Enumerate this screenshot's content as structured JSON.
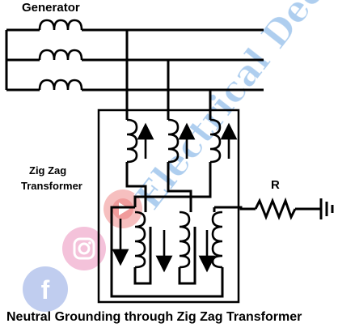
{
  "labels": {
    "generator": "Generator",
    "zigzag_line1": "Zig Zag",
    "zigzag_line2": "Transformer",
    "resistor": "R",
    "caption": "Neutral Grounding through Zig Zag Transformer"
  },
  "watermark": {
    "text": "Electrical Deck",
    "color": "#2a7fd4",
    "accent_color": "#f0c0c0"
  },
  "social_icons": [
    {
      "name": "instagram-icon",
      "color": "#e8a0c8"
    },
    {
      "name": "facebook-icon",
      "color": "#8fa6e0"
    },
    {
      "name": "youtube-icon",
      "color": "#f08080"
    }
  ],
  "colors": {
    "line": "#000000",
    "background": "#ffffff"
  }
}
